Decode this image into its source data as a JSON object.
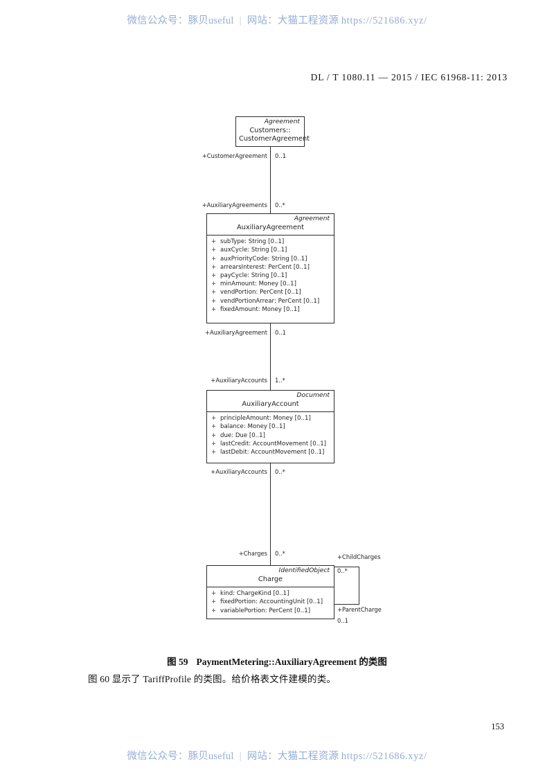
{
  "watermark": {
    "wechat_label": "微信公众号：",
    "wechat_value": "豚贝useful",
    "separator": "|",
    "site_label": "网站：",
    "site_value": "大猫工程资源",
    "url": "https://521686.xyz/"
  },
  "header": {
    "standard": "DL / T 1080.11 — 2015 / IEC 61968-11: 2013"
  },
  "diagram": {
    "classes": [
      {
        "id": "customer-agreement",
        "stereotype": "Agreement",
        "name_line1": "Customers::",
        "name_line2": "CustomerAgreement",
        "attributes": []
      },
      {
        "id": "auxiliary-agreement",
        "stereotype": "Agreement",
        "name_line1": "AuxiliaryAgreement",
        "attributes": [
          {
            "visibility": "+",
            "text": "subType: String [0..1]"
          },
          {
            "visibility": "+",
            "text": "auxCycle: String [0..1]"
          },
          {
            "visibility": "+",
            "text": "auxPriorityCode: String [0..1]"
          },
          {
            "visibility": "+",
            "text": "arrearsInterest: PerCent [0..1]"
          },
          {
            "visibility": "+",
            "text": "payCycle: String [0..1]"
          },
          {
            "visibility": "+",
            "text": "minAmount: Money [0..1]"
          },
          {
            "visibility": "+",
            "text": "vendPortion: PerCent [0..1]"
          },
          {
            "visibility": "+",
            "text": "vendPortionArrear: PerCent [0..1]"
          },
          {
            "visibility": "+",
            "text": "fixedAmount: Money [0..1]"
          }
        ]
      },
      {
        "id": "auxiliary-account",
        "stereotype": "Document",
        "name_line1": "AuxiliaryAccount",
        "attributes": [
          {
            "visibility": "+",
            "text": "principleAmount: Money [0..1]"
          },
          {
            "visibility": "+",
            "text": "balance: Money [0..1]"
          },
          {
            "visibility": "+",
            "text": "due: Due [0..1]"
          },
          {
            "visibility": "+",
            "text": "lastCredit: AccountMovement [0..1]"
          },
          {
            "visibility": "+",
            "text": "lastDebit: AccountMovement [0..1]"
          }
        ]
      },
      {
        "id": "charge",
        "stereotype": "IdentifiedObject",
        "name_line1": "Charge",
        "attributes": [
          {
            "visibility": "+",
            "text": "kind: ChargeKind [0..1]"
          },
          {
            "visibility": "+",
            "text": "fixedPortion: AccountingUnit [0..1]"
          },
          {
            "visibility": "+",
            "text": "variablePortion: PerCent [0..1]"
          }
        ]
      }
    ],
    "associations": [
      {
        "id": "customer-agreement-end",
        "role": "+CustomerAgreement",
        "multiplicity": "0..1"
      },
      {
        "id": "auxiliary-agreements-end",
        "role": "+AuxiliaryAgreements",
        "multiplicity": "0..*"
      },
      {
        "id": "auxiliary-agreement-end",
        "role": "+AuxiliaryAgreement",
        "multiplicity": "0..1"
      },
      {
        "id": "auxiliary-accounts-end",
        "role": "+AuxiliaryAccounts",
        "multiplicity": "1..*"
      },
      {
        "id": "auxiliary-accounts-end-2",
        "role": "+AuxiliaryAccounts",
        "multiplicity": "0..*"
      },
      {
        "id": "charges-end",
        "role": "+Charges",
        "multiplicity": "0..*"
      },
      {
        "id": "child-charges-end",
        "role": "+ChildCharges",
        "multiplicity": "0..*"
      },
      {
        "id": "parent-charge-end",
        "role": "+ParentCharge",
        "multiplicity": "0..1"
      }
    ]
  },
  "caption": {
    "figure_number": "图 59",
    "title": "PaymentMetering::AuxiliaryAgreement 的类图"
  },
  "body": {
    "paragraph": "图 60 显示了 TariffProfile 的类图。给价格表文件建模的类。"
  },
  "footer": {
    "page_number": "153"
  }
}
